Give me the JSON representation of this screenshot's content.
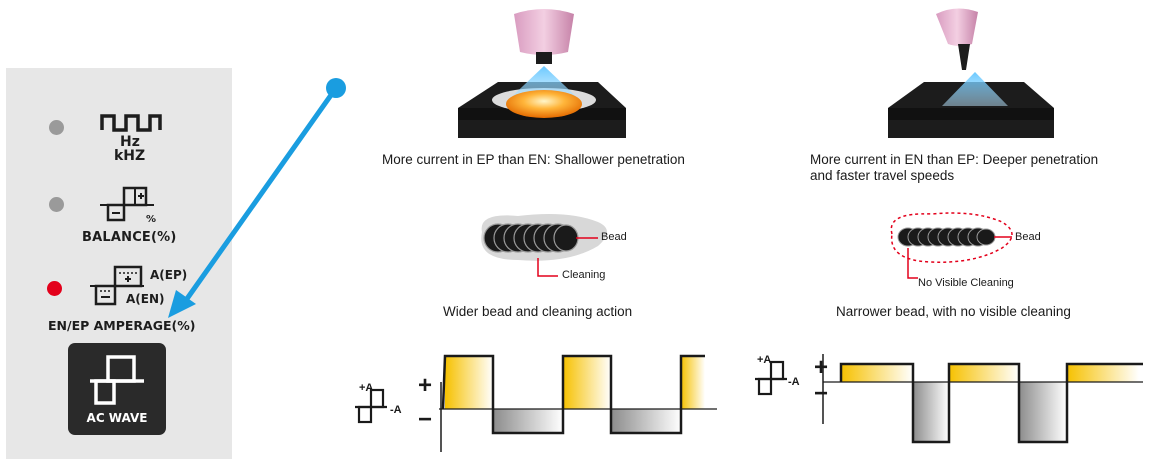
{
  "panel": {
    "freq_label_line1": "Hz",
    "freq_label_line2": "kHZ",
    "balance_label": "BALANCE(%)",
    "balance_percent": "%",
    "aep_label": "A(EP)",
    "aen_label": "A(EN)",
    "amperage_label": "EN/EP AMPERAGE(%)",
    "ac_wave_label": "AC WAVE",
    "colors": {
      "led_off": "#9a9a9a",
      "led_on": "#e3001b",
      "arrow": "#1a9de0"
    }
  },
  "left_column": {
    "caption": "More current in EP than EN: Shallower penetration",
    "bead_label": "Bead",
    "cleaning_label": "Cleaning",
    "bead_caption": "Wider bead and cleaning action"
  },
  "right_column": {
    "caption_line1": "More current in EN than EP: Deeper penetration",
    "caption_line2": "and faster travel speeds",
    "bead_label": "Bead",
    "cleaning_label": "No Visible Cleaning",
    "bead_caption": "Narrower bead, with no visible cleaning"
  },
  "waveforms": {
    "plus_symbol": "+",
    "minus_symbol": "−",
    "plus_a": "+A",
    "minus_a": "-A",
    "colors": {
      "positive": "#f6c100",
      "negative": "#9a9a9a"
    }
  }
}
